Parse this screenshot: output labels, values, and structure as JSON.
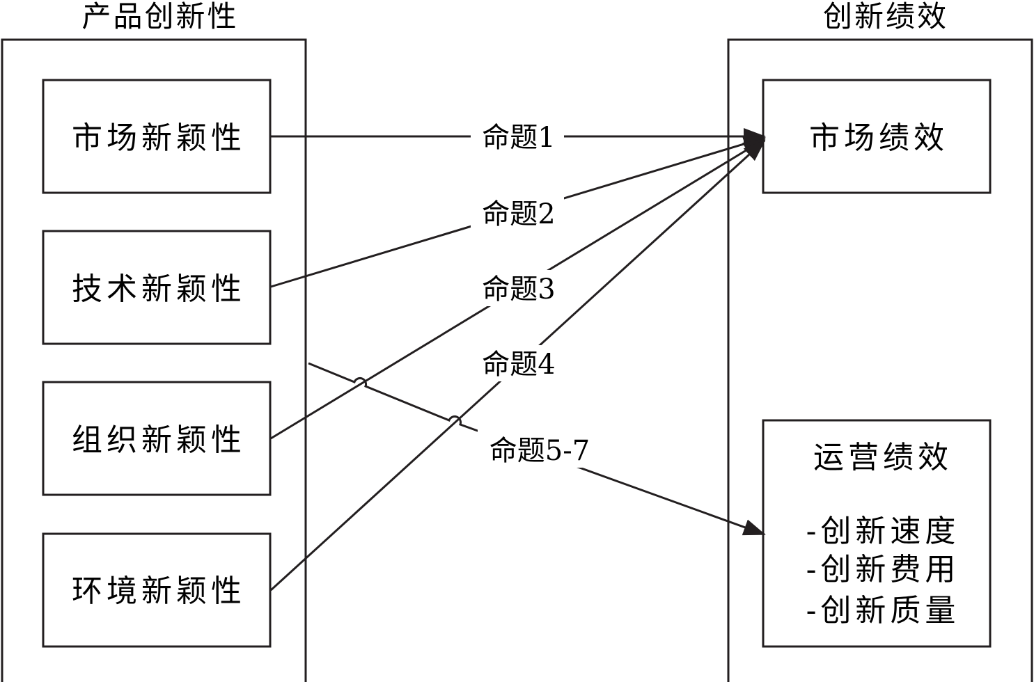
{
  "groups": {
    "left_title": "产品创新性",
    "right_title": "创新绩效"
  },
  "nodes": {
    "market_novelty": "市场新颖性",
    "tech_novelty": "技术新颖性",
    "org_novelty": "组织新颖性",
    "env_novelty": "环境新颖性",
    "market_perf": "市场绩效",
    "ops_perf": {
      "title": "运营绩效",
      "items": [
        "-创新速度",
        "-创新费用",
        "-创新质量"
      ]
    }
  },
  "edges": {
    "p1": "命题1",
    "p2": "命题2",
    "p3": "命题3",
    "p4": "命题4",
    "p5_7": "命题5-7"
  }
}
